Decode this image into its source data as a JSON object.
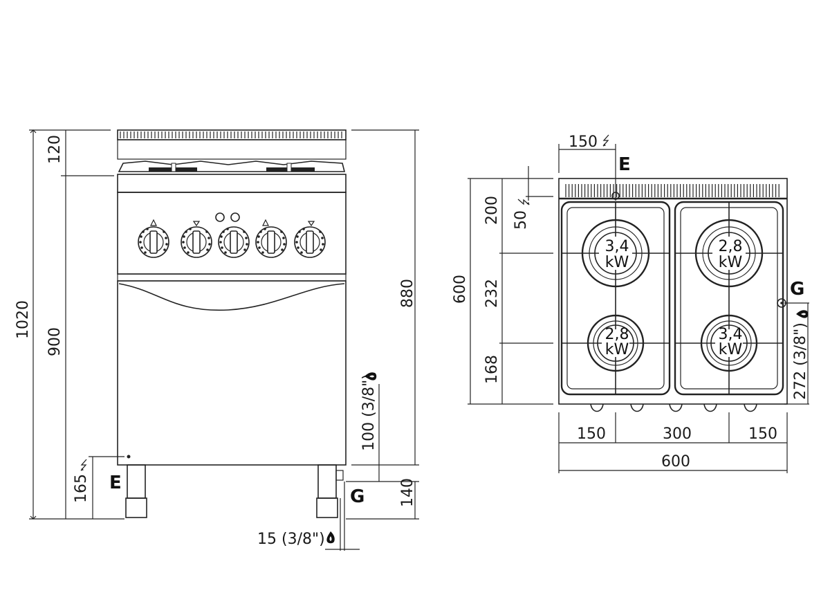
{
  "front_view": {
    "dims": {
      "total_height": "1020",
      "worktop_height": "900",
      "backsplash": "120",
      "side_height": "880",
      "elec_height": "165",
      "gas_height": "100 (3/8\")",
      "leg_height": "140",
      "gas_offset": "15 (3/8\")"
    },
    "labels": {
      "electric": "E",
      "gas": "G"
    }
  },
  "top_view": {
    "dims": {
      "depth": "600",
      "rear_section": "200",
      "mid_section": "232",
      "front_section": "168",
      "elec_depth": "50",
      "elec_offset": "150",
      "gas_depth": "272 (3/8\")",
      "width_left": "150",
      "width_mid": "300",
      "width_right": "150",
      "total_width": "600"
    },
    "labels": {
      "electric": "E",
      "gas": "G"
    },
    "burners": [
      {
        "value": "3,4",
        "unit": "kW"
      },
      {
        "value": "2,8",
        "unit": "kW"
      },
      {
        "value": "2,8",
        "unit": "kW"
      },
      {
        "value": "3,4",
        "unit": "kW"
      }
    ]
  },
  "icons": {
    "electric": "lightning-icon",
    "gas": "flame-icon"
  }
}
